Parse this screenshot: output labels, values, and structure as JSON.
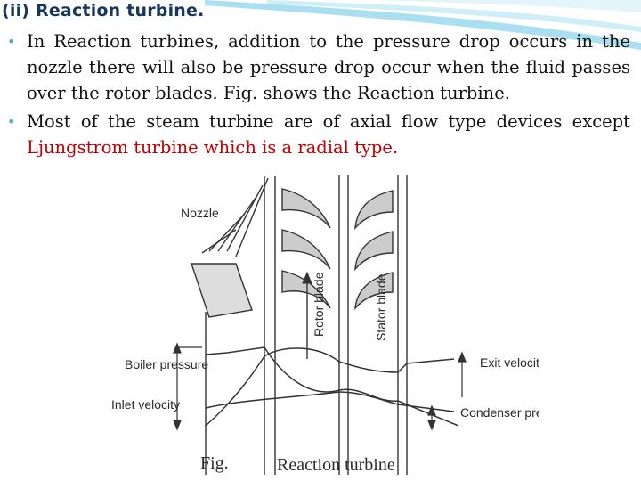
{
  "slide": {
    "title": "(ii) Reaction turbine.",
    "bullets": [
      {
        "text": "In Reaction turbines, addition to the pressure drop occurs in the nozzle there will also be pressure drop occur when the fluid passes over the rotor blades. Fig. shows the Reaction turbine.",
        "highlight": ""
      },
      {
        "text": "Most of the steam turbine are of axial flow type devices except ",
        "highlight": "Ljungstrom turbine which is a radial type."
      }
    ]
  },
  "figure": {
    "labels": {
      "nozzle": "Nozzle",
      "rotor_blade": "Rotor blade",
      "stator_blade": "Stator blade",
      "boiler_pressure": "Boiler pressure",
      "inlet_velocity": "Inlet velocity",
      "exit_velocity": "Exit velocity",
      "condenser_pressure": "Condenser pressure"
    },
    "caption": {
      "fig": "Fig.",
      "name": "Reaction turbine"
    }
  },
  "colors": {
    "title": "#17365d",
    "bullet_marker": "#4bacc6",
    "highlight": "#c00000",
    "swoosh": "#a9dff0"
  }
}
